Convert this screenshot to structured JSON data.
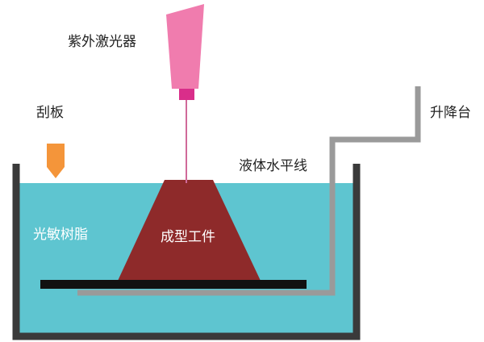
{
  "labels": {
    "uv_laser": "紫外激光器",
    "scraper": "刮板",
    "elevator": "升降台",
    "liquid_level": "液体水平线",
    "resin": "光敏树脂",
    "part": "成型工件"
  },
  "colors": {
    "resin": "#5ec5d0",
    "tank_wall": "#3a3a3a",
    "laser_body": "#f07cae",
    "laser_nozzle": "#d92e8a",
    "laser_beam": "#d06a9a",
    "scraper": "#f4953a",
    "part": "#8e2a2a",
    "platform": "#111111",
    "elevator_arm": "#9a9a9a"
  },
  "icons": {
    "uv_laser": "laser-emitter-icon",
    "scraper": "scraper-blade-icon",
    "elevator": "elevator-arm-icon"
  }
}
